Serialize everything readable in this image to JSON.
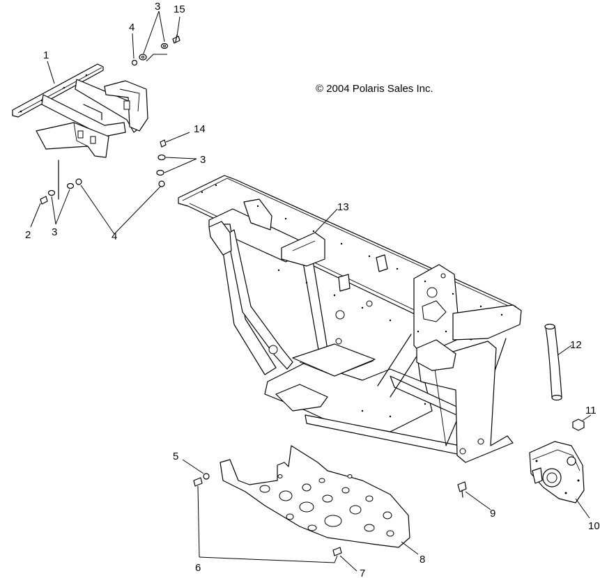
{
  "copyright": "© 2004 Polaris Sales Inc.",
  "callouts": [
    {
      "id": "c1",
      "text": "1"
    },
    {
      "id": "c2",
      "text": "2"
    },
    {
      "id": "c3a",
      "text": "3"
    },
    {
      "id": "c3b",
      "text": "3"
    },
    {
      "id": "c3c",
      "text": "3"
    },
    {
      "id": "c4a",
      "text": "4"
    },
    {
      "id": "c4b",
      "text": "4"
    },
    {
      "id": "c5",
      "text": "5"
    },
    {
      "id": "c6",
      "text": "6"
    },
    {
      "id": "c7",
      "text": "7"
    },
    {
      "id": "c8",
      "text": "8"
    },
    {
      "id": "c9",
      "text": "9"
    },
    {
      "id": "c10",
      "text": "10"
    },
    {
      "id": "c11",
      "text": "11"
    },
    {
      "id": "c12",
      "text": "12"
    },
    {
      "id": "c13",
      "text": "13"
    },
    {
      "id": "c14",
      "text": "14"
    },
    {
      "id": "c15",
      "text": "15"
    }
  ]
}
